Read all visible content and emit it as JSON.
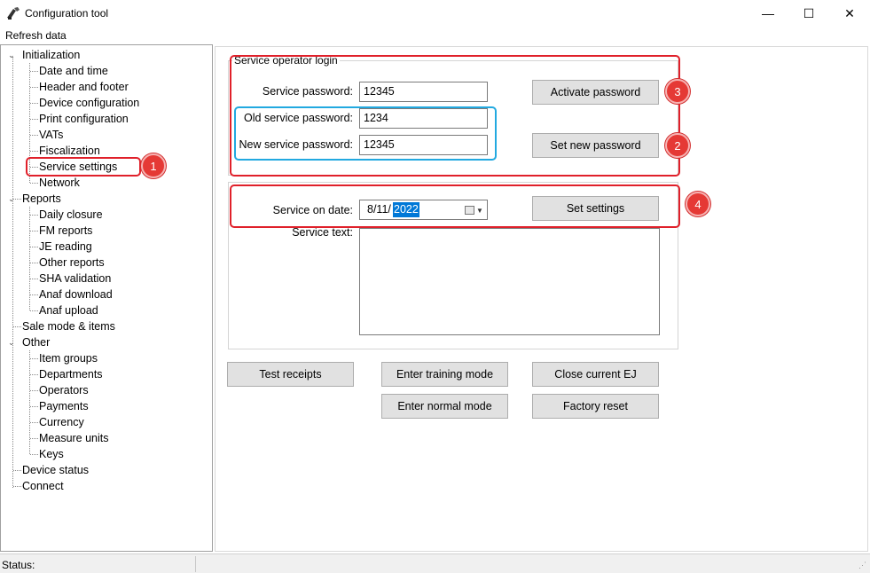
{
  "window": {
    "title": "Configuration tool",
    "minimize_glyph": "—",
    "maximize_glyph": "☐",
    "close_glyph": "✕"
  },
  "menu": {
    "refresh": "Refresh data"
  },
  "tree": {
    "initialization": {
      "label": "Initialization",
      "items": [
        "Date and time",
        "Header and footer",
        "Device configuration",
        "Print configuration",
        "VATs",
        "Fiscalization",
        "Service settings",
        "Network"
      ]
    },
    "reports": {
      "label": "Reports",
      "items": [
        "Daily closure",
        "FM reports",
        "JE reading",
        "Other reports",
        "SHA validation",
        "Anaf download",
        "Anaf upload"
      ]
    },
    "sale_mode": "Sale mode & items",
    "other": {
      "label": "Other",
      "items": [
        "Item groups",
        "Departments",
        "Operators",
        "Payments",
        "Currency",
        "Measure units",
        "Keys"
      ]
    },
    "device_status": "Device status",
    "connect": "Connect",
    "expanded_glyph": "⌄"
  },
  "service_login": {
    "group_title": "Service operator login",
    "password_label": "Service password:",
    "password_value": "12345",
    "old_label": "Old service password:",
    "old_value": "1234",
    "new_label": "New service password:",
    "new_value": "12345",
    "activate_button": "Activate password",
    "set_new_button": "Set new password"
  },
  "service_settings": {
    "date_label": "Service on date:",
    "date_prefix": "8/11/",
    "date_year": "2022",
    "text_label": "Service text:",
    "text_value": "",
    "set_button": "Set settings"
  },
  "actions": {
    "test_receipts": "Test receipts",
    "enter_training": "Enter training mode",
    "close_ej": "Close current EJ",
    "enter_normal": "Enter normal mode",
    "factory_reset": "Factory reset"
  },
  "annotations": [
    "1",
    "2",
    "3",
    "4"
  ],
  "colors": {
    "highlight_red": "#e0202a",
    "highlight_blue": "#22a9e0",
    "badge": "#e53935",
    "selection": "#0078d7"
  },
  "status": {
    "label": "Status:",
    "value": ""
  }
}
